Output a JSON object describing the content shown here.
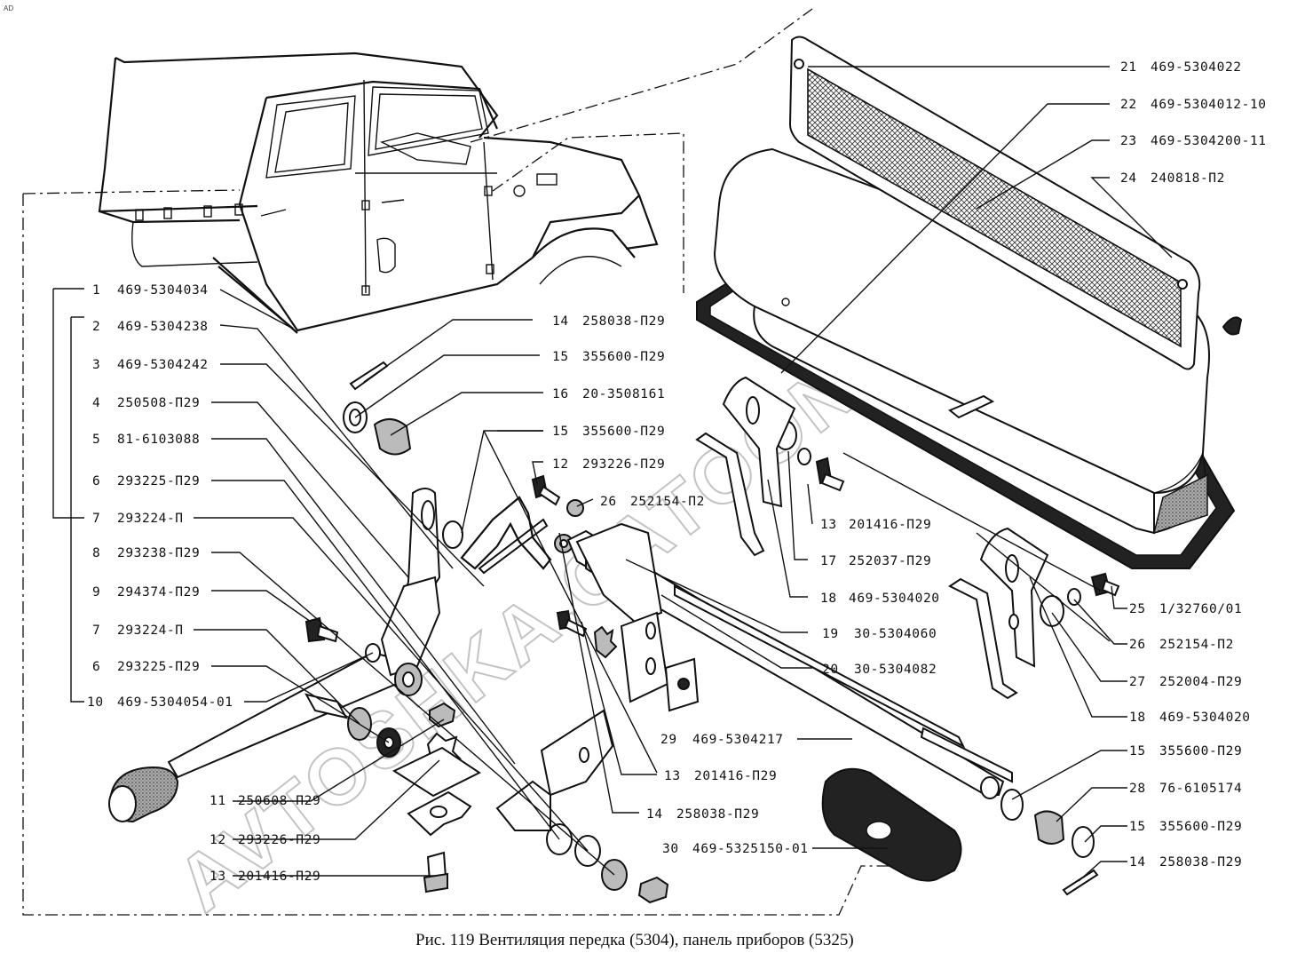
{
  "corner_mark": "AD",
  "caption": "Рис. 119  Вентиляция передка (5304), панель приборов (5325)",
  "watermark": "AVTOSHKA.CATOONLINE",
  "left_labels": [
    {
      "num": "1",
      "part": "469-5304034"
    },
    {
      "num": "2",
      "part": "469-5304238"
    },
    {
      "num": "3",
      "part": "469-5304242"
    },
    {
      "num": "4",
      "part": "250508-П29"
    },
    {
      "num": "5",
      "part": "81-6103088"
    },
    {
      "num": "6",
      "part": "293225-П29"
    },
    {
      "num": "7",
      "part": "293224-П"
    },
    {
      "num": "8",
      "part": "293238-П29"
    },
    {
      "num": "9",
      "part": "294374-П29"
    },
    {
      "num": "7",
      "part": "293224-П"
    },
    {
      "num": "6",
      "part": "293225-П29"
    },
    {
      "num": "10",
      "part": "469-5304054-01"
    }
  ],
  "center_labels": [
    {
      "num": "14",
      "part": "258038-П29"
    },
    {
      "num": "15",
      "part": "355600-П29"
    },
    {
      "num": "16",
      "part": "20-3508161"
    },
    {
      "num": "15",
      "part": "355600-П29"
    },
    {
      "num": "12",
      "part": "293226-П29"
    },
    {
      "num": "26",
      "part": "252154-П2"
    },
    {
      "num": "13",
      "part": "201416-П29"
    },
    {
      "num": "17",
      "part": "252037-П29"
    },
    {
      "num": "18",
      "part": "469-5304020"
    },
    {
      "num": "19",
      "part": "30-5304060"
    },
    {
      "num": "20",
      "part": "30-5304082"
    },
    {
      "num": "29",
      "part": "469-5304217"
    },
    {
      "num": "13",
      "part": "201416-П29"
    },
    {
      "num": "14",
      "part": "258038-П29"
    },
    {
      "num": "30",
      "part": "469-5325150-01"
    },
    {
      "num": "11",
      "part": "250608-П29"
    },
    {
      "num": "12",
      "part": "293226-П29"
    },
    {
      "num": "13",
      "part": "201416-П29"
    }
  ],
  "right_labels": [
    {
      "num": "21",
      "part": "469-5304022"
    },
    {
      "num": "22",
      "part": "469-5304012-10"
    },
    {
      "num": "23",
      "part": "469-5304200-11"
    },
    {
      "num": "24",
      "part": "240818-П2"
    },
    {
      "num": "25",
      "part": "1/32760/01"
    },
    {
      "num": "26",
      "part": "252154-П2"
    },
    {
      "num": "27",
      "part": "252004-П29"
    },
    {
      "num": "18",
      "part": "469-5304020"
    },
    {
      "num": "15",
      "part": "355600-П29"
    },
    {
      "num": "28",
      "part": "76-6105174"
    },
    {
      "num": "15",
      "part": "355600-П29"
    },
    {
      "num": "14",
      "part": "258038-П29"
    }
  ]
}
